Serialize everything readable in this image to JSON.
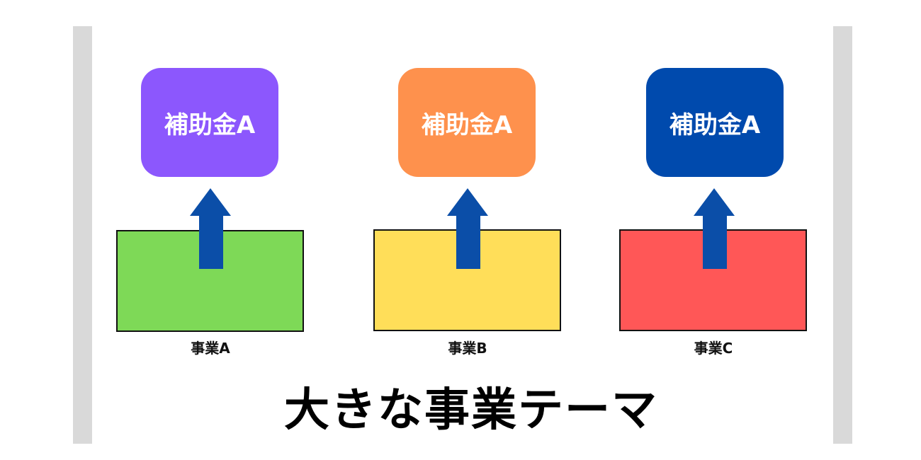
{
  "colors": {
    "bar": "#d9d9d9",
    "arrow": "#0b4ea8"
  },
  "columns": [
    {
      "subsidy": "補助金A",
      "subsidy_color": "#8c57fd",
      "business": "事業A",
      "business_color": "#7ed957"
    },
    {
      "subsidy": "補助金A",
      "subsidy_color": "#fe914d",
      "business": "事業B",
      "business_color": "#ffde59"
    },
    {
      "subsidy": "補助金A",
      "subsidy_color": "#004aad",
      "business": "事業C",
      "business_color": "#ff5757"
    }
  ],
  "title": "大きな事業テーマ"
}
